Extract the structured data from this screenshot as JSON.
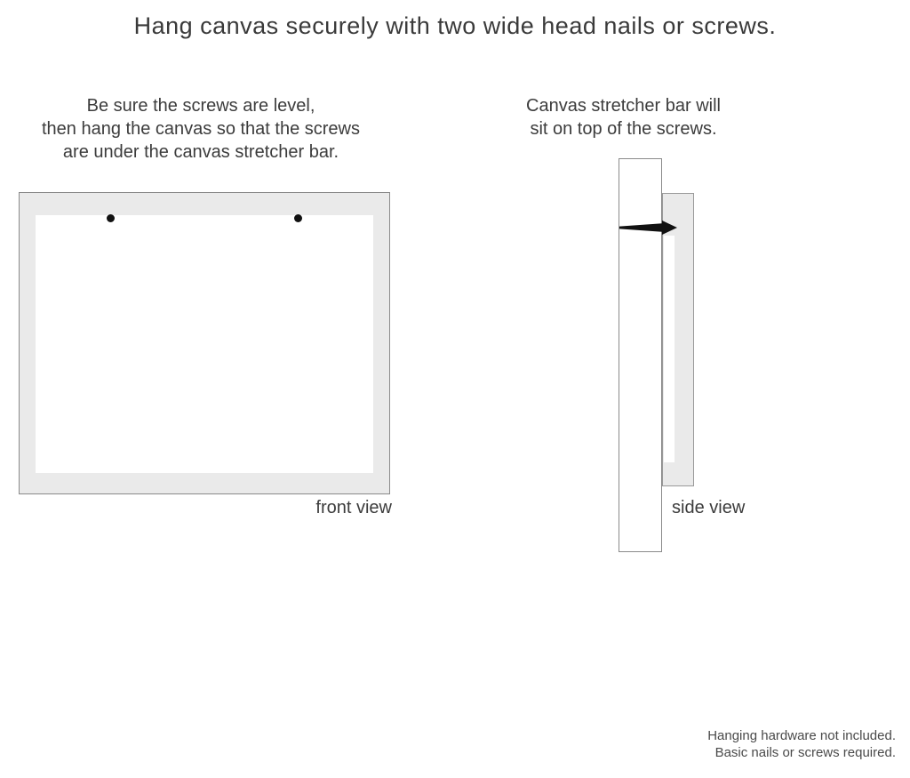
{
  "title": "Hang canvas securely with two wide head nails or screws.",
  "left_instruction": {
    "line1": "Be sure the screws are level,",
    "line2": "then hang the canvas so that the screws",
    "line3": "are under the canvas stretcher bar."
  },
  "right_instruction": {
    "line1": "Canvas stretcher bar will",
    "line2": "sit on top of the screws."
  },
  "front_view": {
    "label": "front view",
    "nail_count": 2
  },
  "side_view": {
    "label": "side view"
  },
  "footer_note": {
    "line1": "Hanging hardware not included.",
    "line2": "Basic nails or screws required."
  },
  "colors": {
    "background": "#ffffff",
    "canvas_edge_fill": "#eaeaea",
    "outline_gray": "#8a8a8a",
    "text": "#3c3c3c",
    "nail_black": "#111111"
  }
}
